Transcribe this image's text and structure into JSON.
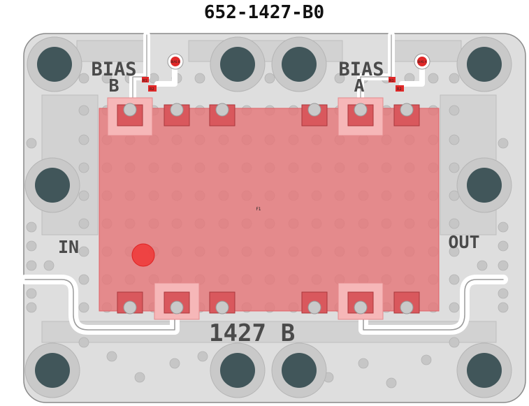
{
  "title": "652-1427-B0",
  "labels": {
    "bias_b_line1": "BIAS",
    "bias_b_line2": "B",
    "bias_a_line1": "BIAS",
    "bias_a_line2": "A",
    "input": "IN",
    "output": "OUT",
    "part": "1427",
    "part_suffix": "B",
    "die": "F1"
  },
  "components": {
    "bias_b_r1": "R1",
    "bias_b_r2": "R2",
    "bias_a_r1": "R1",
    "bias_a_r2": "R2",
    "bias_b_tp": "BIAS B",
    "bias_a_tp": "BIAS A"
  },
  "colors": {
    "board": "#dedede",
    "mount_hole": "#41565a",
    "highlight": "#e5777a",
    "marker": "#ee3b3b"
  }
}
